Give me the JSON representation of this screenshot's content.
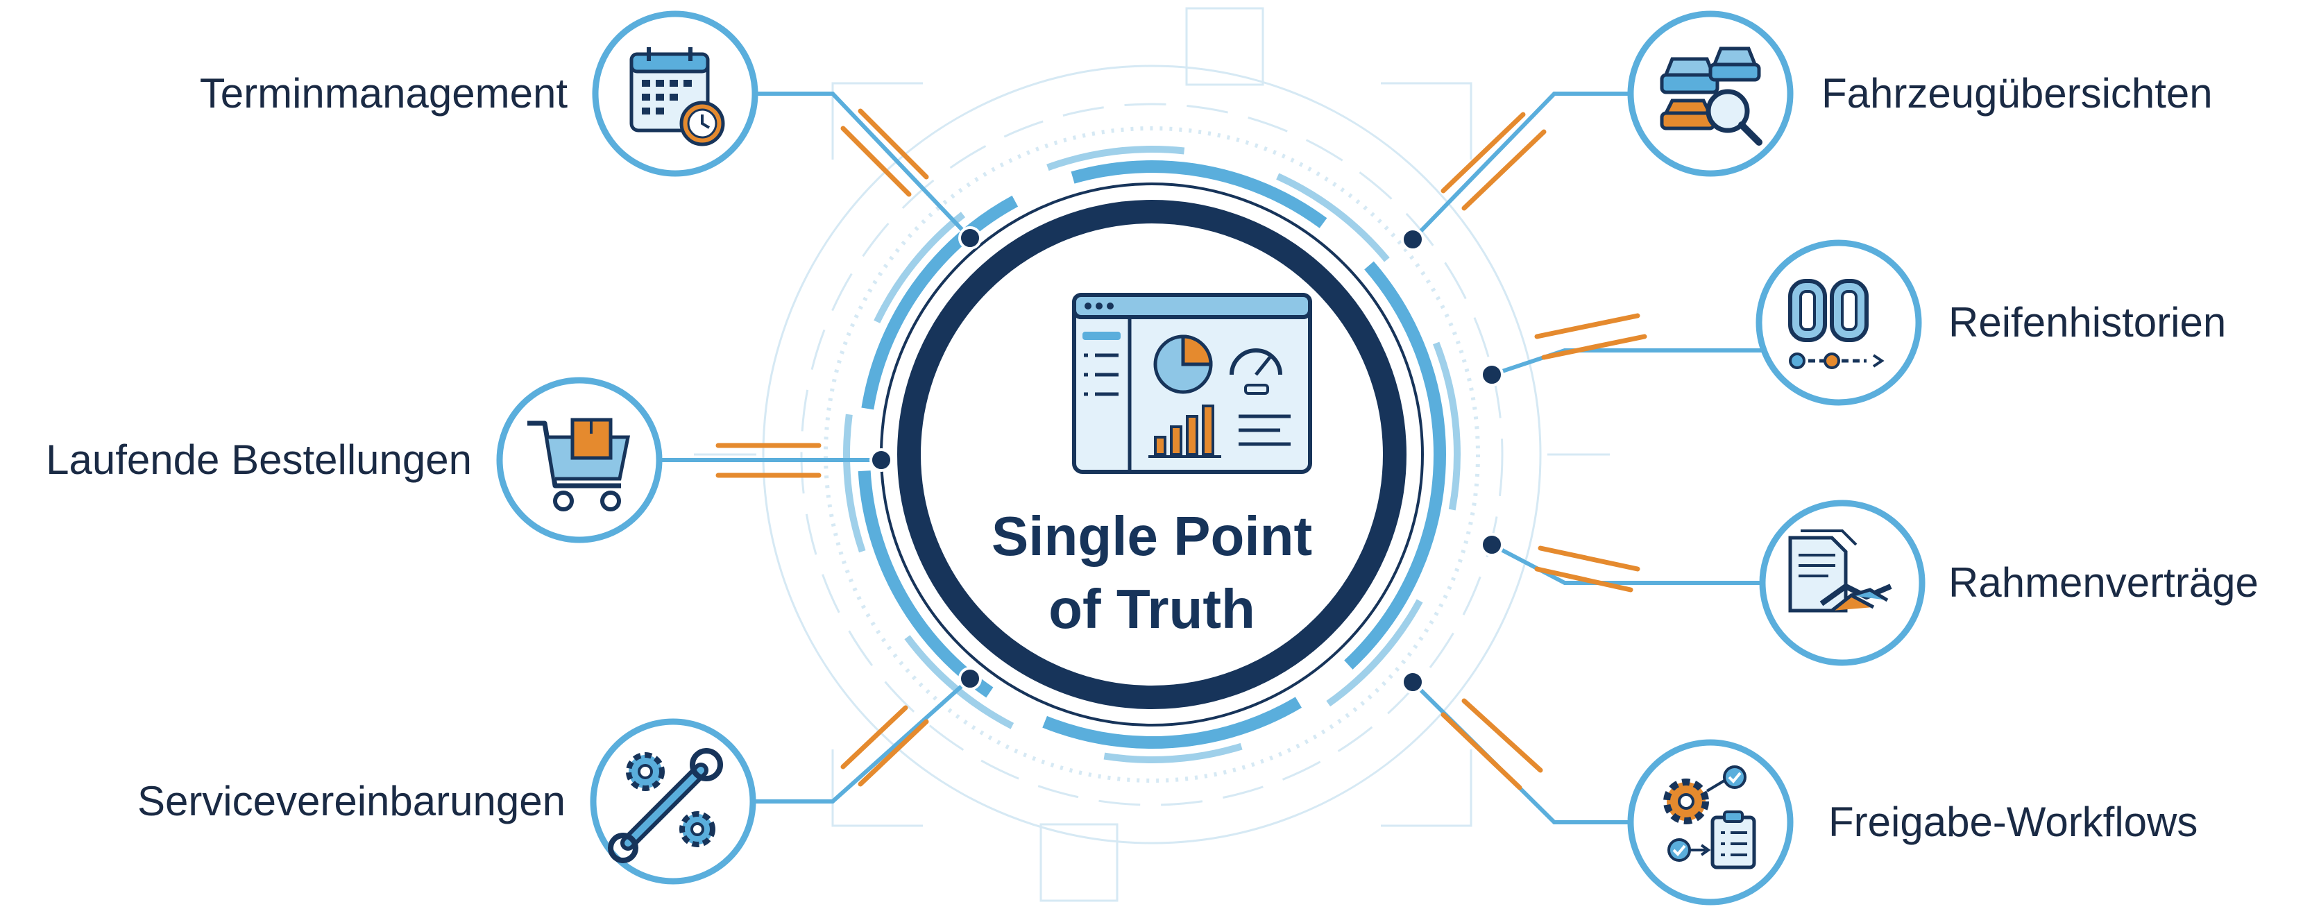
{
  "center": {
    "title_line1": "Single Point",
    "title_line2": "of Truth",
    "icon": "dashboard-icon"
  },
  "nodes": [
    {
      "key": "terminmanagement",
      "label": "Terminmanagement",
      "icon": "calendar-clock-icon"
    },
    {
      "key": "bestellungen",
      "label": "Laufende Bestellungen",
      "icon": "shopping-cart-icon"
    },
    {
      "key": "service",
      "label": "Servicevereinbarungen",
      "icon": "gears-wrench-icon"
    },
    {
      "key": "fahrzeug",
      "label": "Fahrzeugübersichten",
      "icon": "cars-search-icon"
    },
    {
      "key": "reifen",
      "label": "Reifenhistorien",
      "icon": "tires-timeline-icon"
    },
    {
      "key": "rahmen",
      "label": "Rahmenverträge",
      "icon": "contract-handshake-icon"
    },
    {
      "key": "freigabe",
      "label": "Freigabe-Workflows",
      "icon": "gear-checklist-icon"
    }
  ],
  "colors": {
    "navy": "#17345a",
    "blue": "#5aaedc",
    "light_blue": "#cfe6f3",
    "orange": "#e58a2e",
    "text": "#1a2a44"
  }
}
